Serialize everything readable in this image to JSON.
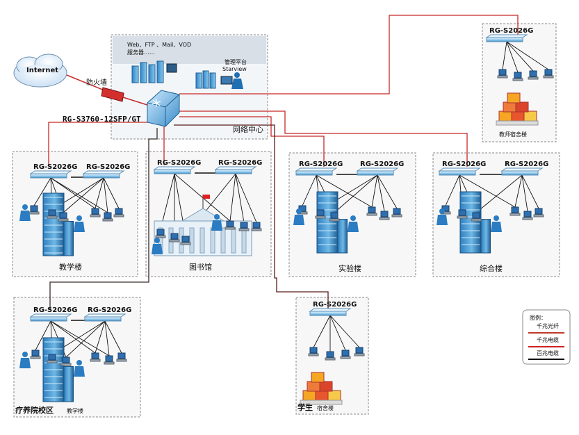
{
  "internet": "Internet",
  "firewall": "防火墙",
  "servers": {
    "line1": "Web、FTP 、Mail、VOD",
    "line2": "服务器……"
  },
  "mgmt": {
    "line1": "管理平台",
    "line2": "Starview"
  },
  "core_switch": "RG-S3760-12SFP/GT",
  "datacenter": "网络中心",
  "access_switch": "RG-S2026G",
  "buildings": {
    "teaching": "教学楼",
    "library": "图书馆",
    "lab": "实验楼",
    "general": "综合楼",
    "teacher_dorm": "教师宿舍楼",
    "student_dorm_a": "学生",
    "student_dorm_b": "宿舍楼",
    "sanatorium_a": "疗养院校区",
    "sanatorium_b": "教学楼"
  },
  "legend": {
    "title": "图例：",
    "fiber": "千兆光纤",
    "gig_cable": "千兆电缆",
    "fast_cable": "百兆电缆",
    "colors": {
      "fiber": "#c0392b",
      "gig_cable": "#cc2222",
      "fast_cable": "#000000"
    }
  }
}
